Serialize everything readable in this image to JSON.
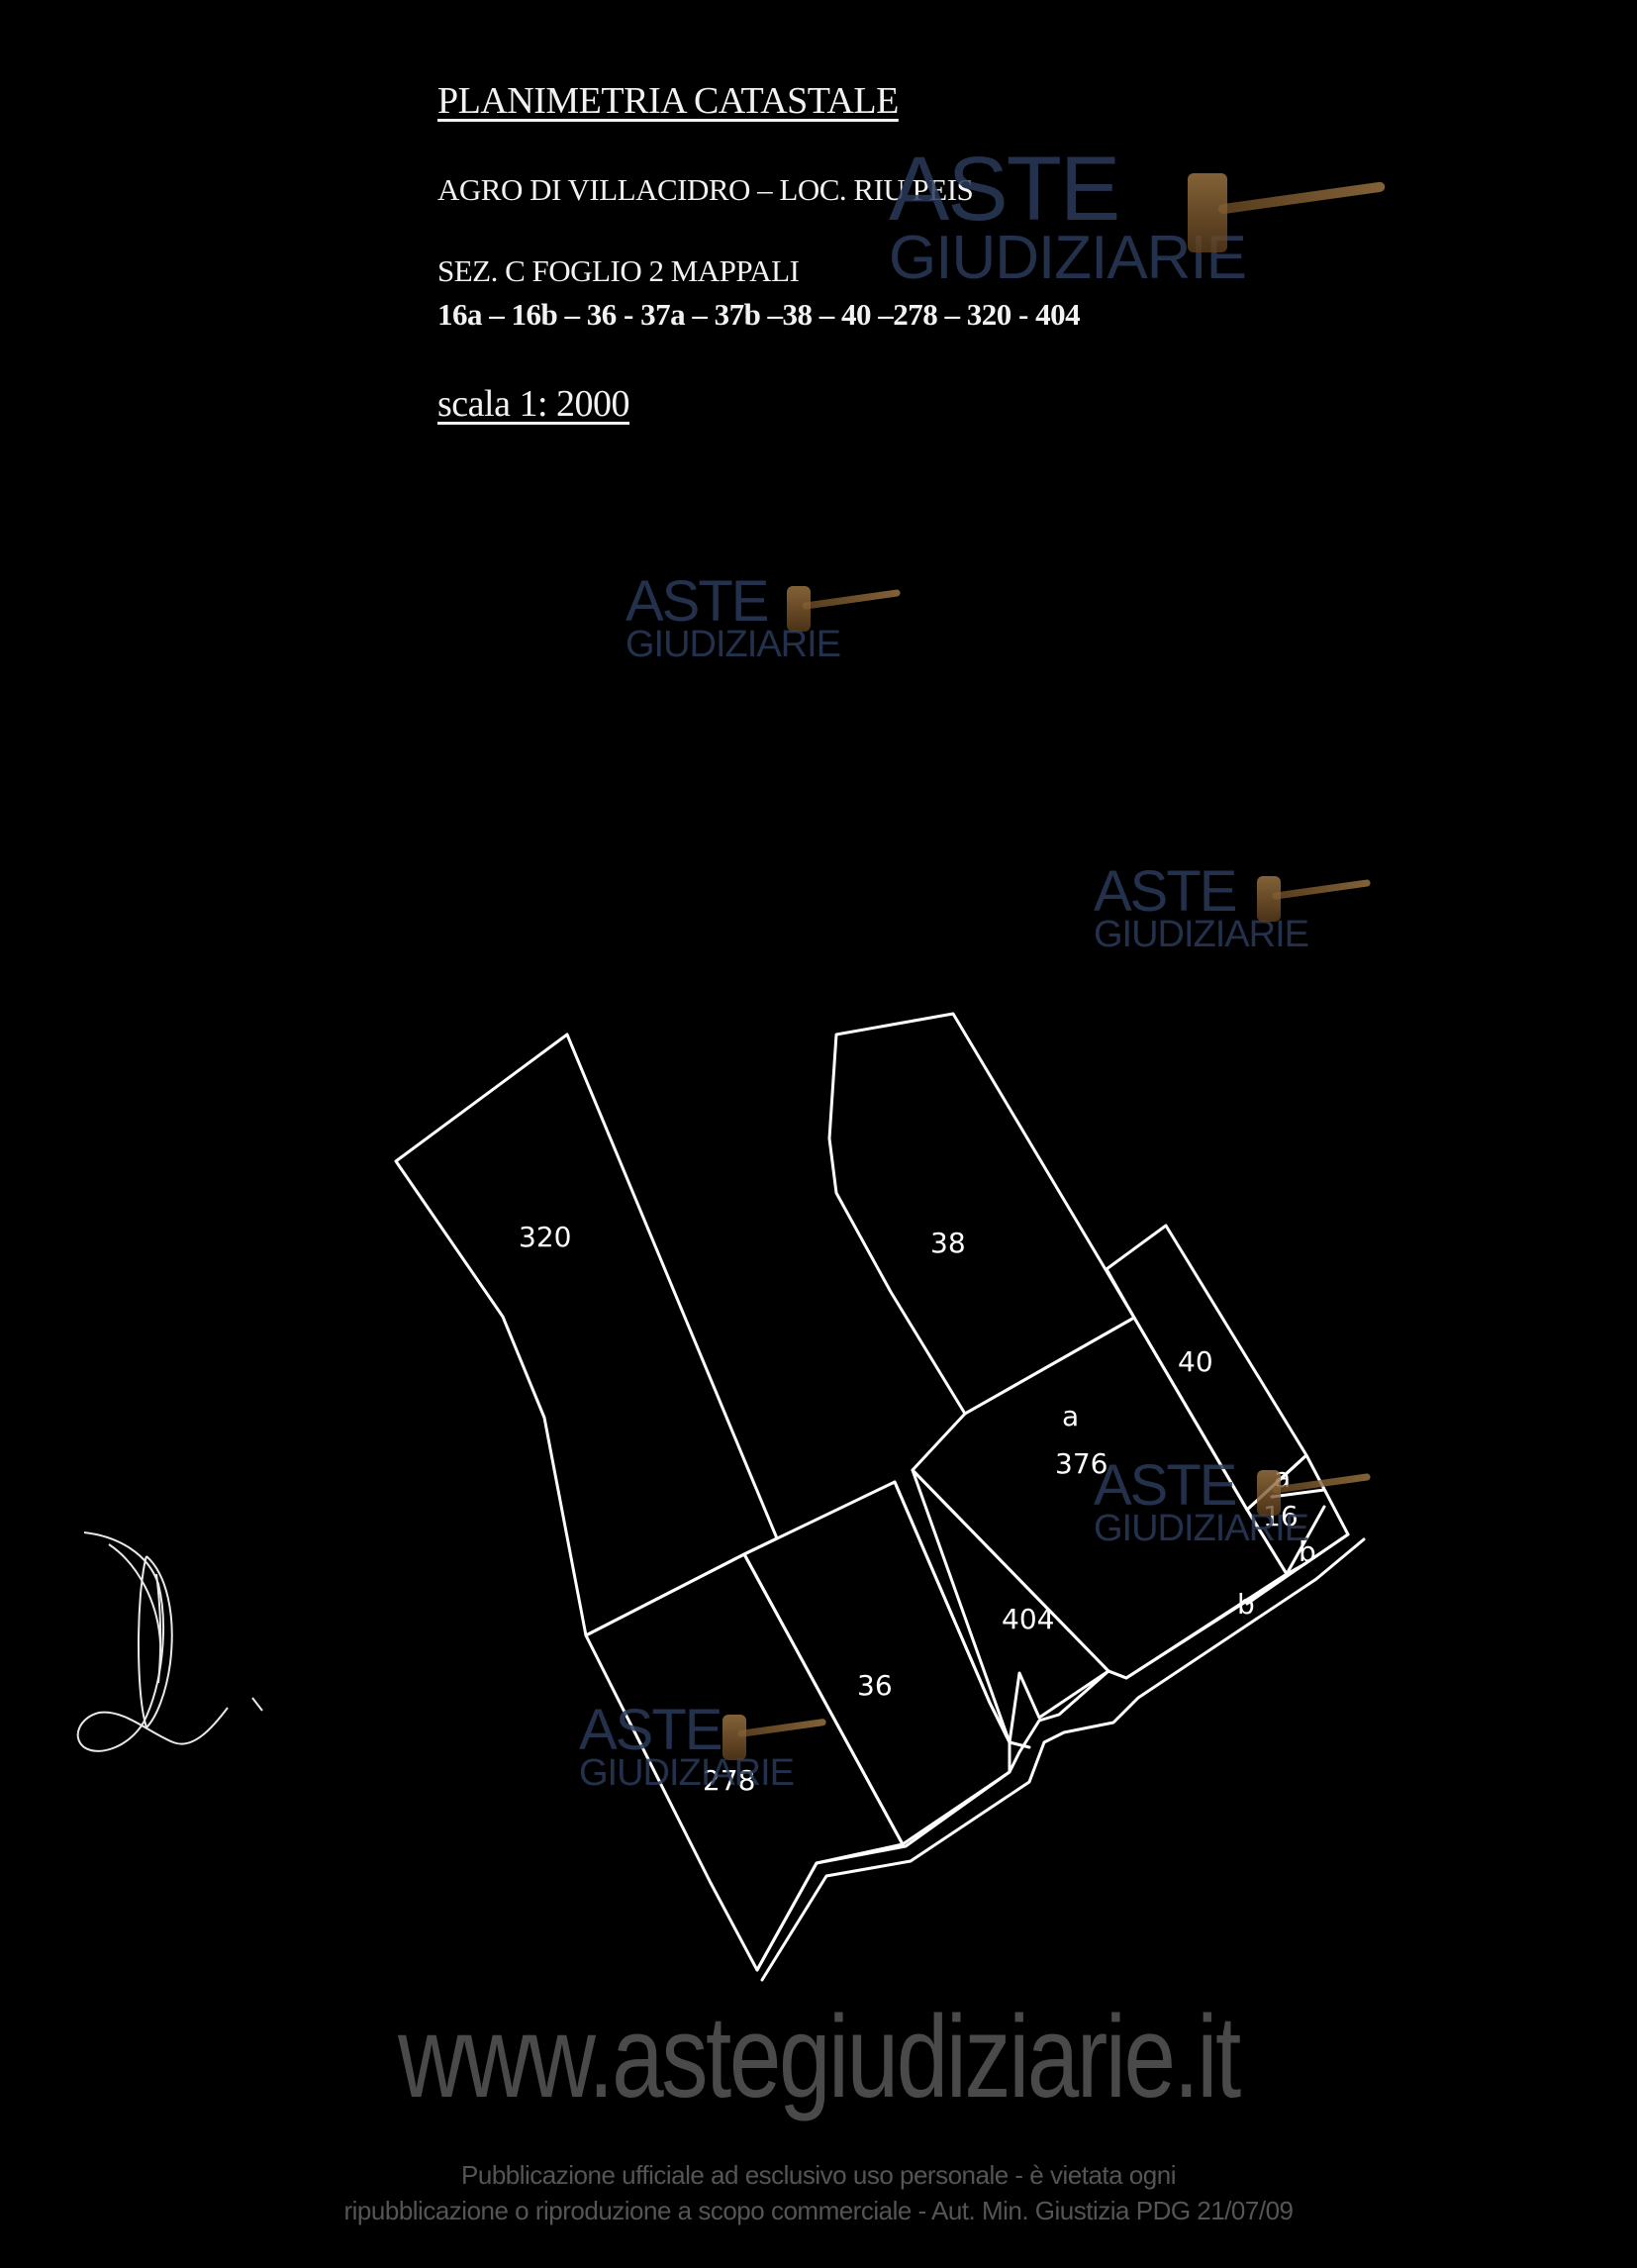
{
  "header": {
    "title": "PLANIMETRIA CATASTALE",
    "location": "AGRO DI VILLACIDRO – LOC. RIU PEIS",
    "section": "SEZ. C FOGLIO 2 MAPPALI",
    "parcels_list": "16a – 16b – 36 - 37a – 37b –38 – 40 –278 – 320 - 404",
    "scale": "scala 1: 2000"
  },
  "parcels": {
    "p320": "320",
    "p38": "38",
    "p40": "40",
    "p37a": "a",
    "p37": "376",
    "p16a": "a",
    "p16": "16",
    "p16b": "b",
    "p37b": "b",
    "p404": "404",
    "p36": "36",
    "p278": "278"
  },
  "watermark": {
    "brand_top": "ASTE",
    "brand_bottom": "GIUDIZIARIE",
    "site_url": "www.astegiudiziarie.it",
    "notice_line1": "Pubblicazione ufficiale ad esclusivo uso personale - è vietata ogni",
    "notice_line2": "ripubblicazione o riproduzione a scopo commerciale - Aut. Min. Giustizia PDG 21/07/09"
  },
  "colors": {
    "background": "#000000",
    "lines": "#ffffff",
    "watermark_text": "#2b3a5a",
    "gavel": "#a37a45"
  }
}
